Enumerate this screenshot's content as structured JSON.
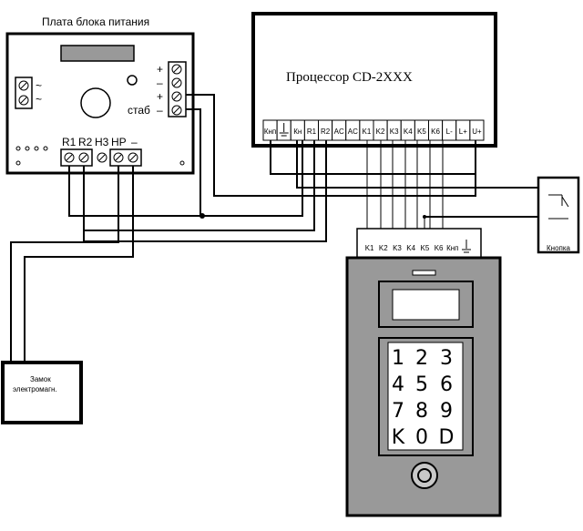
{
  "power_board": {
    "title": "Плата блока питания",
    "ac_labels": [
      "~",
      "~"
    ],
    "dc_labels": [
      "+",
      "–",
      "+",
      "–"
    ],
    "stab_label": "стаб",
    "output_labels": [
      "R1",
      "R2",
      "H3",
      "HP",
      "–"
    ]
  },
  "processor": {
    "title": "Процессор CD-2XXX",
    "terminal_labels": [
      "Кнп",
      "",
      "Кн",
      "R1",
      "R2",
      "AC",
      "AC",
      "K1",
      "K2",
      "K3",
      "K4",
      "K5",
      "K6",
      "L-",
      "L+",
      "U+"
    ]
  },
  "button": {
    "label": "Кнопка"
  },
  "lock": {
    "label_line1": "Замок",
    "label_line2": "электромагн."
  },
  "panel": {
    "terminal_labels": [
      "K1",
      "K2",
      "K3",
      "K4",
      "K5",
      "K6",
      "Кнп",
      ""
    ],
    "keypad_keys": [
      "1",
      "2",
      "3",
      "4",
      "5",
      "6",
      "7",
      "8",
      "9",
      "K",
      "0",
      "D"
    ]
  }
}
